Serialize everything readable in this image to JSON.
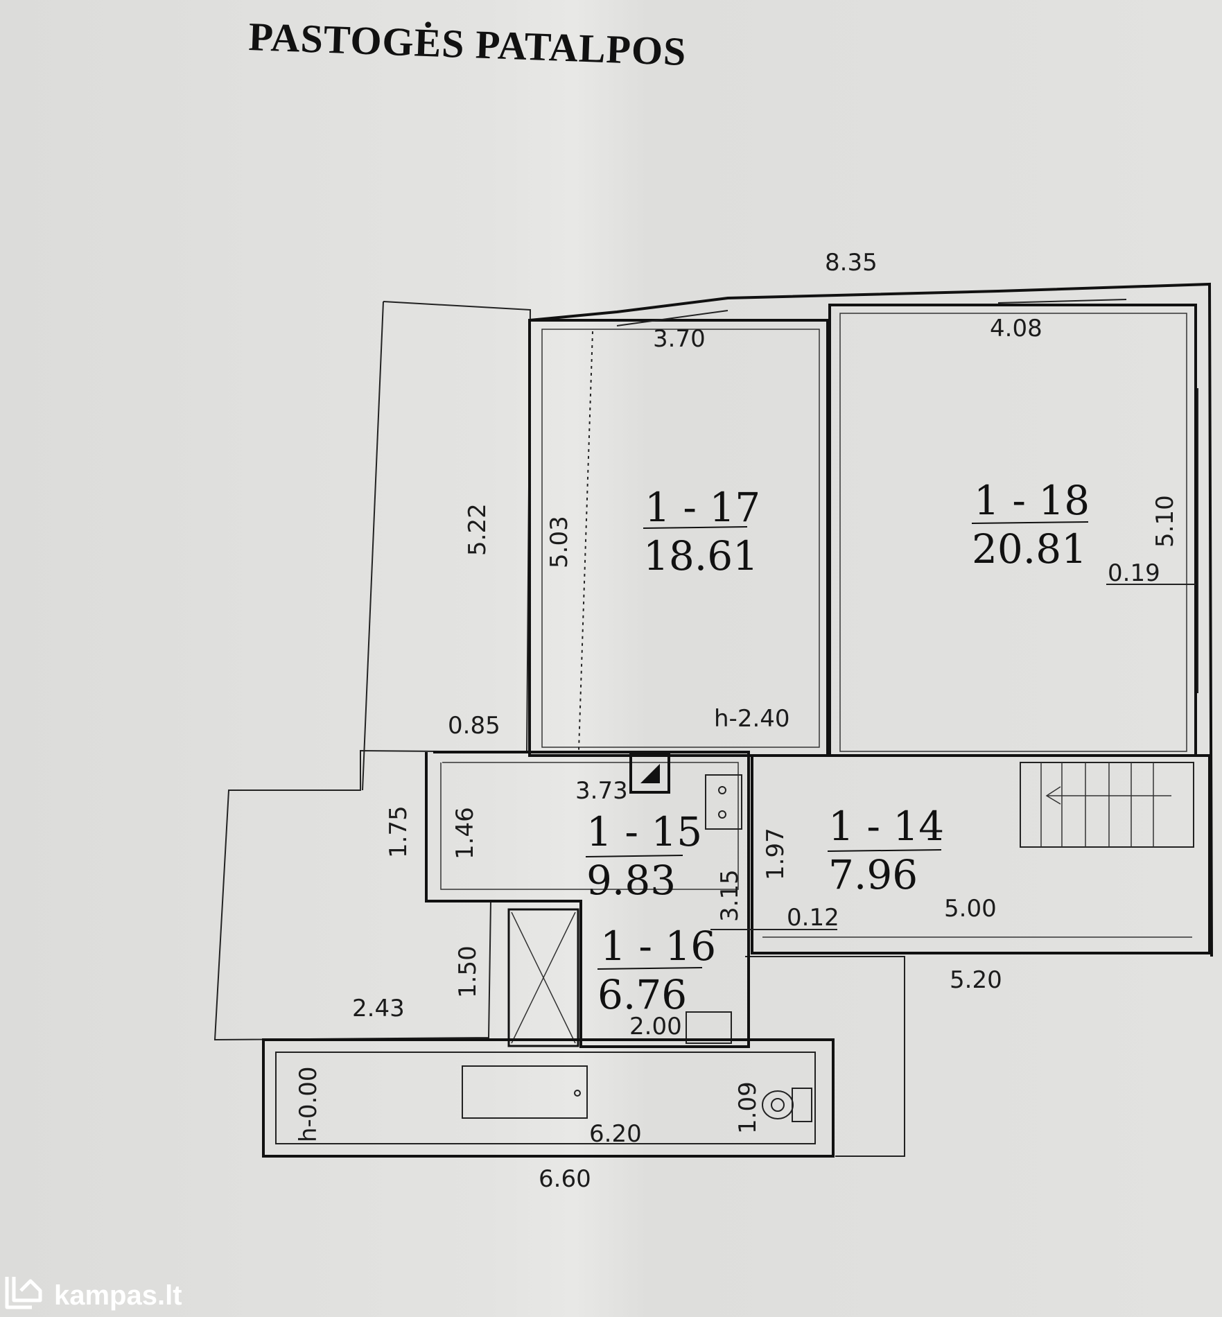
{
  "title": "PASTOGĖS PATALPOS",
  "rooms": [
    {
      "id": "1 - 17",
      "area": "18.61"
    },
    {
      "id": "1 - 18",
      "area": "20.81"
    },
    {
      "id": "1 - 15",
      "area": "9.83"
    },
    {
      "id": "1 - 14",
      "area": "7.96"
    },
    {
      "id": "1 - 16",
      "area": "6.76"
    }
  ],
  "dimensions": {
    "overall_top": "8.35",
    "room17_width": "3.70",
    "room18_width": "4.08",
    "left_height": "5.22",
    "room17_height": "5.03",
    "room18_height": "5.10",
    "wall_019": "0.19",
    "ledge": "0.85",
    "height_240": "h-2.40",
    "room15_width": "3.73",
    "left_175": "1.75",
    "room15_146": "1.46",
    "room14_197": "1.97",
    "room16_315": "3.15",
    "wall_012": "0.12",
    "room14_width": "5.00",
    "bottom_520": "5.20",
    "left_150": "1.50",
    "left_243": "2.43",
    "room16_200": "2.00",
    "height_000": "h-0.00",
    "bottom_620": "6.20",
    "bath_109": "1.09",
    "bottom_660": "6.60"
  },
  "watermark": "kampas.lt"
}
